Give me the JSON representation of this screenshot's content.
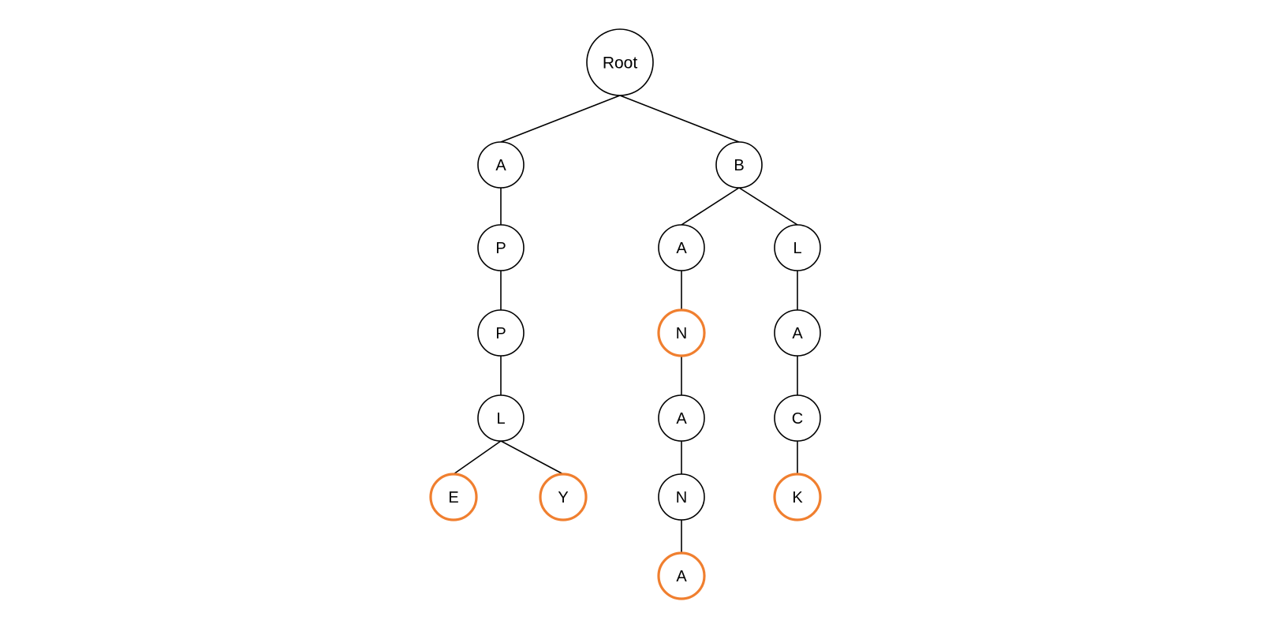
{
  "diagram": {
    "type": "trie",
    "colors": {
      "node_stroke": "#000000",
      "terminal_stroke": "#f07f2f",
      "edge": "#000000",
      "background": "#ffffff"
    },
    "nodes": [
      {
        "id": "root",
        "label": "Root",
        "terminal": false
      },
      {
        "id": "a",
        "label": "A",
        "terminal": false
      },
      {
        "id": "ap",
        "label": "P",
        "terminal": false
      },
      {
        "id": "app",
        "label": "P",
        "terminal": false
      },
      {
        "id": "appl",
        "label": "L",
        "terminal": false
      },
      {
        "id": "apple",
        "label": "E",
        "terminal": true
      },
      {
        "id": "apply",
        "label": "Y",
        "terminal": true
      },
      {
        "id": "b",
        "label": "B",
        "terminal": false
      },
      {
        "id": "ba",
        "label": "A",
        "terminal": false
      },
      {
        "id": "ban",
        "label": "N",
        "terminal": true
      },
      {
        "id": "bana",
        "label": "A",
        "terminal": false
      },
      {
        "id": "banan",
        "label": "N",
        "terminal": false
      },
      {
        "id": "banana",
        "label": "A",
        "terminal": true
      },
      {
        "id": "bl",
        "label": "L",
        "terminal": false
      },
      {
        "id": "bla",
        "label": "A",
        "terminal": false
      },
      {
        "id": "blac",
        "label": "C",
        "terminal": false
      },
      {
        "id": "black",
        "label": "K",
        "terminal": true
      }
    ],
    "edges": [
      [
        "root",
        "a"
      ],
      [
        "root",
        "b"
      ],
      [
        "a",
        "ap"
      ],
      [
        "ap",
        "app"
      ],
      [
        "app",
        "appl"
      ],
      [
        "appl",
        "apple"
      ],
      [
        "appl",
        "apply"
      ],
      [
        "b",
        "ba"
      ],
      [
        "b",
        "bl"
      ],
      [
        "ba",
        "ban"
      ],
      [
        "ban",
        "bana"
      ],
      [
        "bana",
        "banan"
      ],
      [
        "banan",
        "banana"
      ],
      [
        "bl",
        "bla"
      ],
      [
        "bla",
        "blac"
      ],
      [
        "blac",
        "black"
      ]
    ]
  }
}
